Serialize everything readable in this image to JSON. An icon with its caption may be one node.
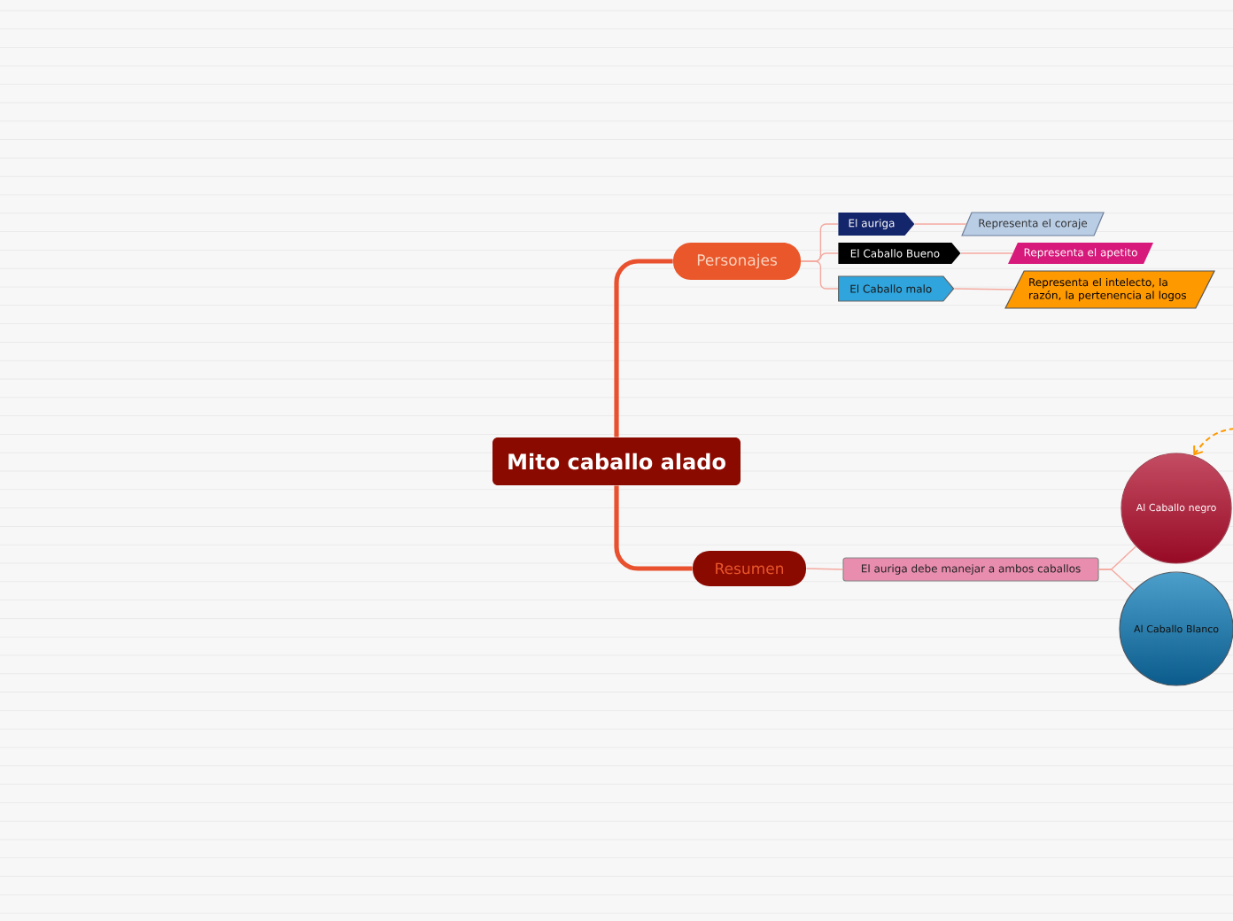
{
  "diagram": {
    "nodes": [
      {
        "text": [
          "Mito caballo alado"
        ]
      },
      {
        "text": [
          "Personajes"
        ]
      },
      {
        "text": [
          "El auriga"
        ]
      },
      {
        "text": [
          "Representa el coraje"
        ]
      },
      {
        "text": [
          "El Caballo Bueno"
        ]
      },
      {
        "text": [
          "Representa el apetito"
        ]
      },
      {
        "text": [
          "El Caballo malo"
        ]
      },
      {
        "text": [
          "Representa el intelecto, la razón, la pertenencia al logos"
        ]
      },
      {
        "text": [
          "Resumen"
        ]
      },
      {
        "text": [
          "El auriga debe manejar a ambos caballos"
        ]
      },
      {
        "text": [
          "Al Caballo negro"
        ]
      },
      {
        "text": [
          "Al Caballo Blanco"
        ]
      }
    ],
    "edges": [
      {
        "from": 0,
        "to": 1,
        "arrow": "none",
        "style": "thick",
        "color": "#e8502e"
      },
      {
        "from": 0,
        "to": 8,
        "arrow": "none",
        "style": "thick",
        "color": "#e8502e"
      },
      {
        "from": 1,
        "to": 2,
        "arrow": "none"
      },
      {
        "from": 1,
        "to": 4,
        "arrow": "none"
      },
      {
        "from": 1,
        "to": 6,
        "arrow": "none"
      },
      {
        "from": 2,
        "to": 3,
        "arrow": "none"
      },
      {
        "from": 4,
        "to": 5,
        "arrow": "none"
      },
      {
        "from": 6,
        "to": 7,
        "arrow": "none"
      },
      {
        "from": 8,
        "to": 9,
        "arrow": "none"
      },
      {
        "from": 9,
        "to": 10,
        "arrow": "none"
      },
      {
        "from": 9,
        "to": 11,
        "arrow": "none"
      },
      {
        "from": null,
        "to": 10,
        "arrow": "to",
        "style": "dashed",
        "color": "#ff9900"
      }
    ]
  }
}
